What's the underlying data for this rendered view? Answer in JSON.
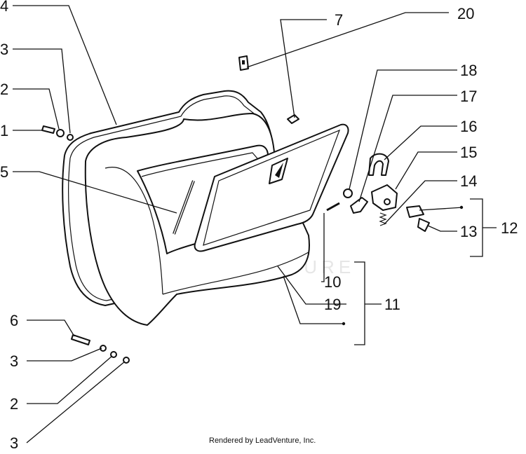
{
  "callouts": {
    "c1": "1",
    "c2a": "2",
    "c2b": "2",
    "c3a": "3",
    "c3b": "3",
    "c3c": "3",
    "c4": "4",
    "c5": "5",
    "c6": "6",
    "c7": "7",
    "c10": "10",
    "c11": "11",
    "c12": "12",
    "c13": "13",
    "c14": "14",
    "c15": "15",
    "c16": "16",
    "c17": "17",
    "c18": "18",
    "c19": "19",
    "c20": "20"
  },
  "watermark": "LEADVENTURE",
  "credit": "Rendered by LeadVenture, Inc.",
  "colors": {
    "ink": "#111111",
    "paper": "#ffffff",
    "watermark": "#e6e6e6"
  }
}
